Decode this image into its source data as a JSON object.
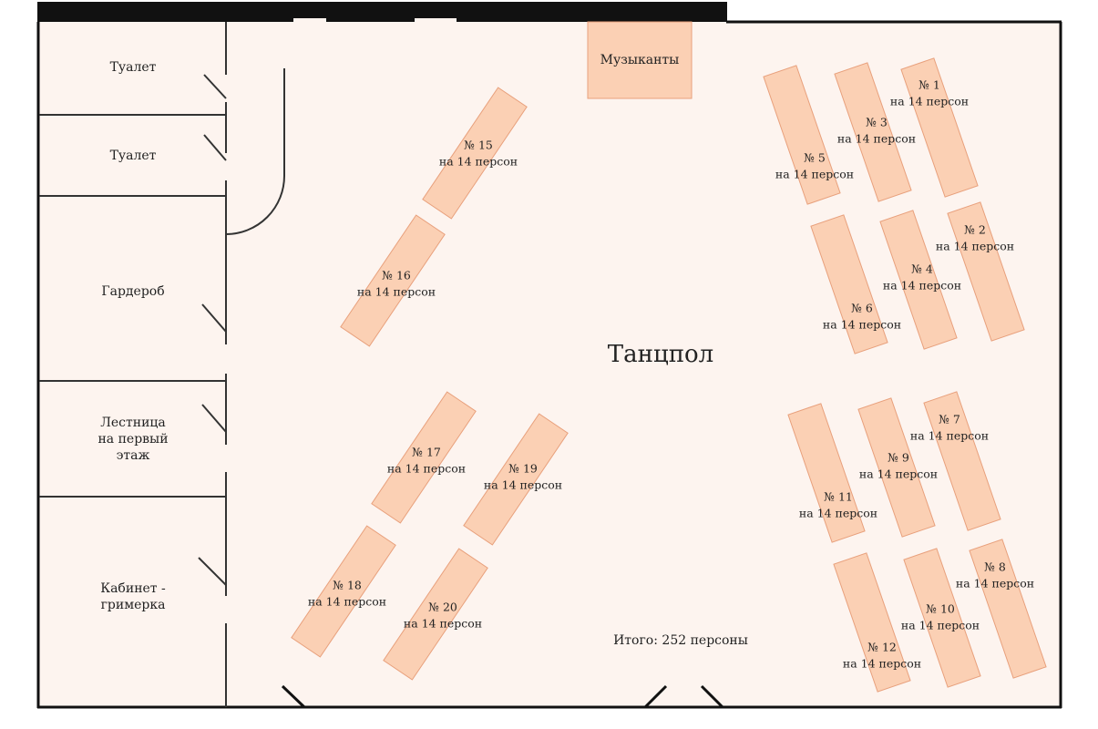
{
  "colors": {
    "floor": "#fdf4ef",
    "table_fill": "#fbd0b4",
    "table_stroke": "#e8a07c",
    "wall": "#111111",
    "line": "#333333"
  },
  "rooms": [
    {
      "id": "toilet-1",
      "lines": [
        "Туалет"
      ]
    },
    {
      "id": "toilet-2",
      "lines": [
        "Туалет"
      ]
    },
    {
      "id": "wardrobe",
      "lines": [
        "Гардероб"
      ]
    },
    {
      "id": "stairs",
      "lines": [
        "Лестница",
        "на первый",
        "этаж"
      ]
    },
    {
      "id": "dressing-room",
      "lines": [
        "Кабинет -",
        "гримерка"
      ]
    }
  ],
  "musicians_label": "Музыканты",
  "dance_floor_label": "Танцпол",
  "total_label": "Итого: 252 персоны",
  "tables": [
    {
      "number": "№ 1",
      "capacity": "на 14 персон"
    },
    {
      "number": "№ 2",
      "capacity": "на 14 персон"
    },
    {
      "number": "№ 3",
      "capacity": "на 14 персон"
    },
    {
      "number": "№ 4",
      "capacity": "на 14 персон"
    },
    {
      "number": "№ 5",
      "capacity": "на 14 персон"
    },
    {
      "number": "№ 6",
      "capacity": "на 14 персон"
    },
    {
      "number": "№ 7",
      "capacity": "на 14 персон"
    },
    {
      "number": "№ 8",
      "capacity": "на 14 персон"
    },
    {
      "number": "№ 9",
      "capacity": "на 14 персон"
    },
    {
      "number": "№ 10",
      "capacity": "на 14 персон"
    },
    {
      "number": "№ 11",
      "capacity": "на 14 персон"
    },
    {
      "number": "№ 12",
      "capacity": "на 14 персон"
    },
    {
      "number": "№ 15",
      "capacity": "на 14 персон"
    },
    {
      "number": "№ 16",
      "capacity": "на 14 персон"
    },
    {
      "number": "№ 17",
      "capacity": "на 14 персон"
    },
    {
      "number": "№ 18",
      "capacity": "на 14 персон"
    },
    {
      "number": "№ 19",
      "capacity": "на 14 персон"
    },
    {
      "number": "№ 20",
      "capacity": "на 14 персон"
    }
  ]
}
